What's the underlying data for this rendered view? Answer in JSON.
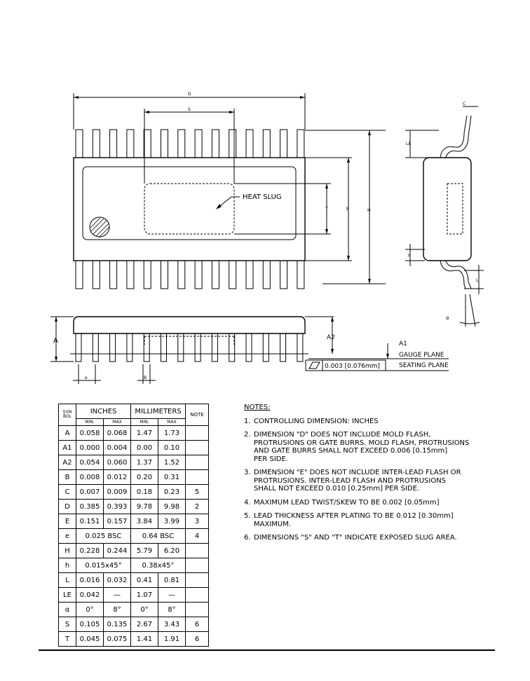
{
  "drawing": {
    "labels": {
      "D": "D",
      "S": "S",
      "T": "T",
      "E": "E",
      "H": "H",
      "C": "C",
      "LE": "LE",
      "h": "h",
      "L": "L",
      "alpha": "α",
      "A": "A",
      "A2": "A2",
      "A1": "A1",
      "e": "e",
      "B": "B",
      "heat_slug": "HEAT SLUG",
      "gauge_plane": "GAUGE PLANE",
      "seating_plane": "SEATING PLANE",
      "tolerance": "0.003 [0.076mm]"
    }
  },
  "table": {
    "symbol_header": [
      "S",
      "Y",
      "M",
      "B",
      "O",
      "L"
    ],
    "group_headers": {
      "inches": "INCHES",
      "millimeters": "MILLIMETERS",
      "note": "NOTE"
    },
    "sub_headers": {
      "min": "MIN.",
      "max": "MAX"
    },
    "rows": [
      {
        "sym": "A",
        "in_min": "0.058",
        "in_max": "0.068",
        "mm_min": "1.47",
        "mm_max": "1.73",
        "note": ""
      },
      {
        "sym": "A1",
        "in_min": "0.000",
        "in_max": "0.004",
        "mm_min": "0.00",
        "mm_max": "0.10",
        "note": ""
      },
      {
        "sym": "A2",
        "in_min": "0.054",
        "in_max": "0.060",
        "mm_min": "1.37",
        "mm_max": "1.52",
        "note": ""
      },
      {
        "sym": "B",
        "in_min": "0.008",
        "in_max": "0.012",
        "mm_min": "0.20",
        "mm_max": "0.31",
        "note": ""
      },
      {
        "sym": "C",
        "in_min": "0.007",
        "in_max": "0.009",
        "mm_min": "0.18",
        "mm_max": "0.23",
        "note": "5"
      },
      {
        "sym": "D",
        "in_min": "0.385",
        "in_max": "0.393",
        "mm_min": "9.78",
        "mm_max": "9.98",
        "note": "2"
      },
      {
        "sym": "E",
        "in_min": "0.151",
        "in_max": "0.157",
        "mm_min": "3.84",
        "mm_max": "3.99",
        "note": "3"
      },
      {
        "sym": "e",
        "in_span": "0.025  BSC",
        "mm_span": "0.64  BSC",
        "note": "4"
      },
      {
        "sym": "H",
        "in_min": "0.228",
        "in_max": "0.244",
        "mm_min": "5.79",
        "mm_max": "6.20",
        "note": ""
      },
      {
        "sym": "h",
        "in_span": "0.015x45°",
        "mm_span": "0.38x45°",
        "note": ""
      },
      {
        "sym": "L",
        "in_min": "0.016",
        "in_max": "0.032",
        "mm_min": "0.41",
        "mm_max": "0.81",
        "note": ""
      },
      {
        "sym": "LE",
        "in_min": "0.042",
        "in_max": "—",
        "mm_min": "1.07",
        "mm_max": "—",
        "note": ""
      },
      {
        "sym": "α",
        "in_min": "0°",
        "in_max": "8°",
        "mm_min": "0°",
        "mm_max": "8°",
        "note": ""
      },
      {
        "sym": "S",
        "in_min": "0.105",
        "in_max": "0.135",
        "mm_min": "2.67",
        "mm_max": "3.43",
        "note": "6"
      },
      {
        "sym": "T",
        "in_min": "0.045",
        "in_max": "0.075",
        "mm_min": "1.41",
        "mm_max": "1.91",
        "note": "6"
      }
    ]
  },
  "notes": {
    "title": "NOTES:",
    "items": [
      {
        "num": "1.",
        "text": "CONTROLLING DIMENSION: INCHES"
      },
      {
        "num": "2.",
        "text": "DIMENSION \"D\" DOES NOT INCLUDE MOLD FLASH,\nPROTRUSIONS OR GATE BURRS.  MOLD FLASH, PROTRUSIONS\nAND GATE BURRS SHALL NOT EXCEED 0.006 [0.15mm]\nPER SIDE."
      },
      {
        "num": "3.",
        "text": "DIMENSION \"E\" DOES NOT INCLUDE INTER-LEAD FLASH OR\nPROTRUSIONS. INTER-LEAD FLASH AND PROTRUSIONS\nSHALL NOT EXCEED 0.010 [0.25mm] PER SIDE."
      },
      {
        "num": "4.",
        "text": "MAXIMUM LEAD TWIST/SKEW TO BE 0.002 [0.05mm]"
      },
      {
        "num": "5.",
        "text": "LEAD THICKNESS AFTER PLATING TO BE 0.012 [0.30mm]\nMAXIMUM."
      },
      {
        "num": "6.",
        "text": "DIMENSIONS \"S\" AND \"T\" INDICATE EXPOSED SLUG AREA."
      }
    ]
  }
}
